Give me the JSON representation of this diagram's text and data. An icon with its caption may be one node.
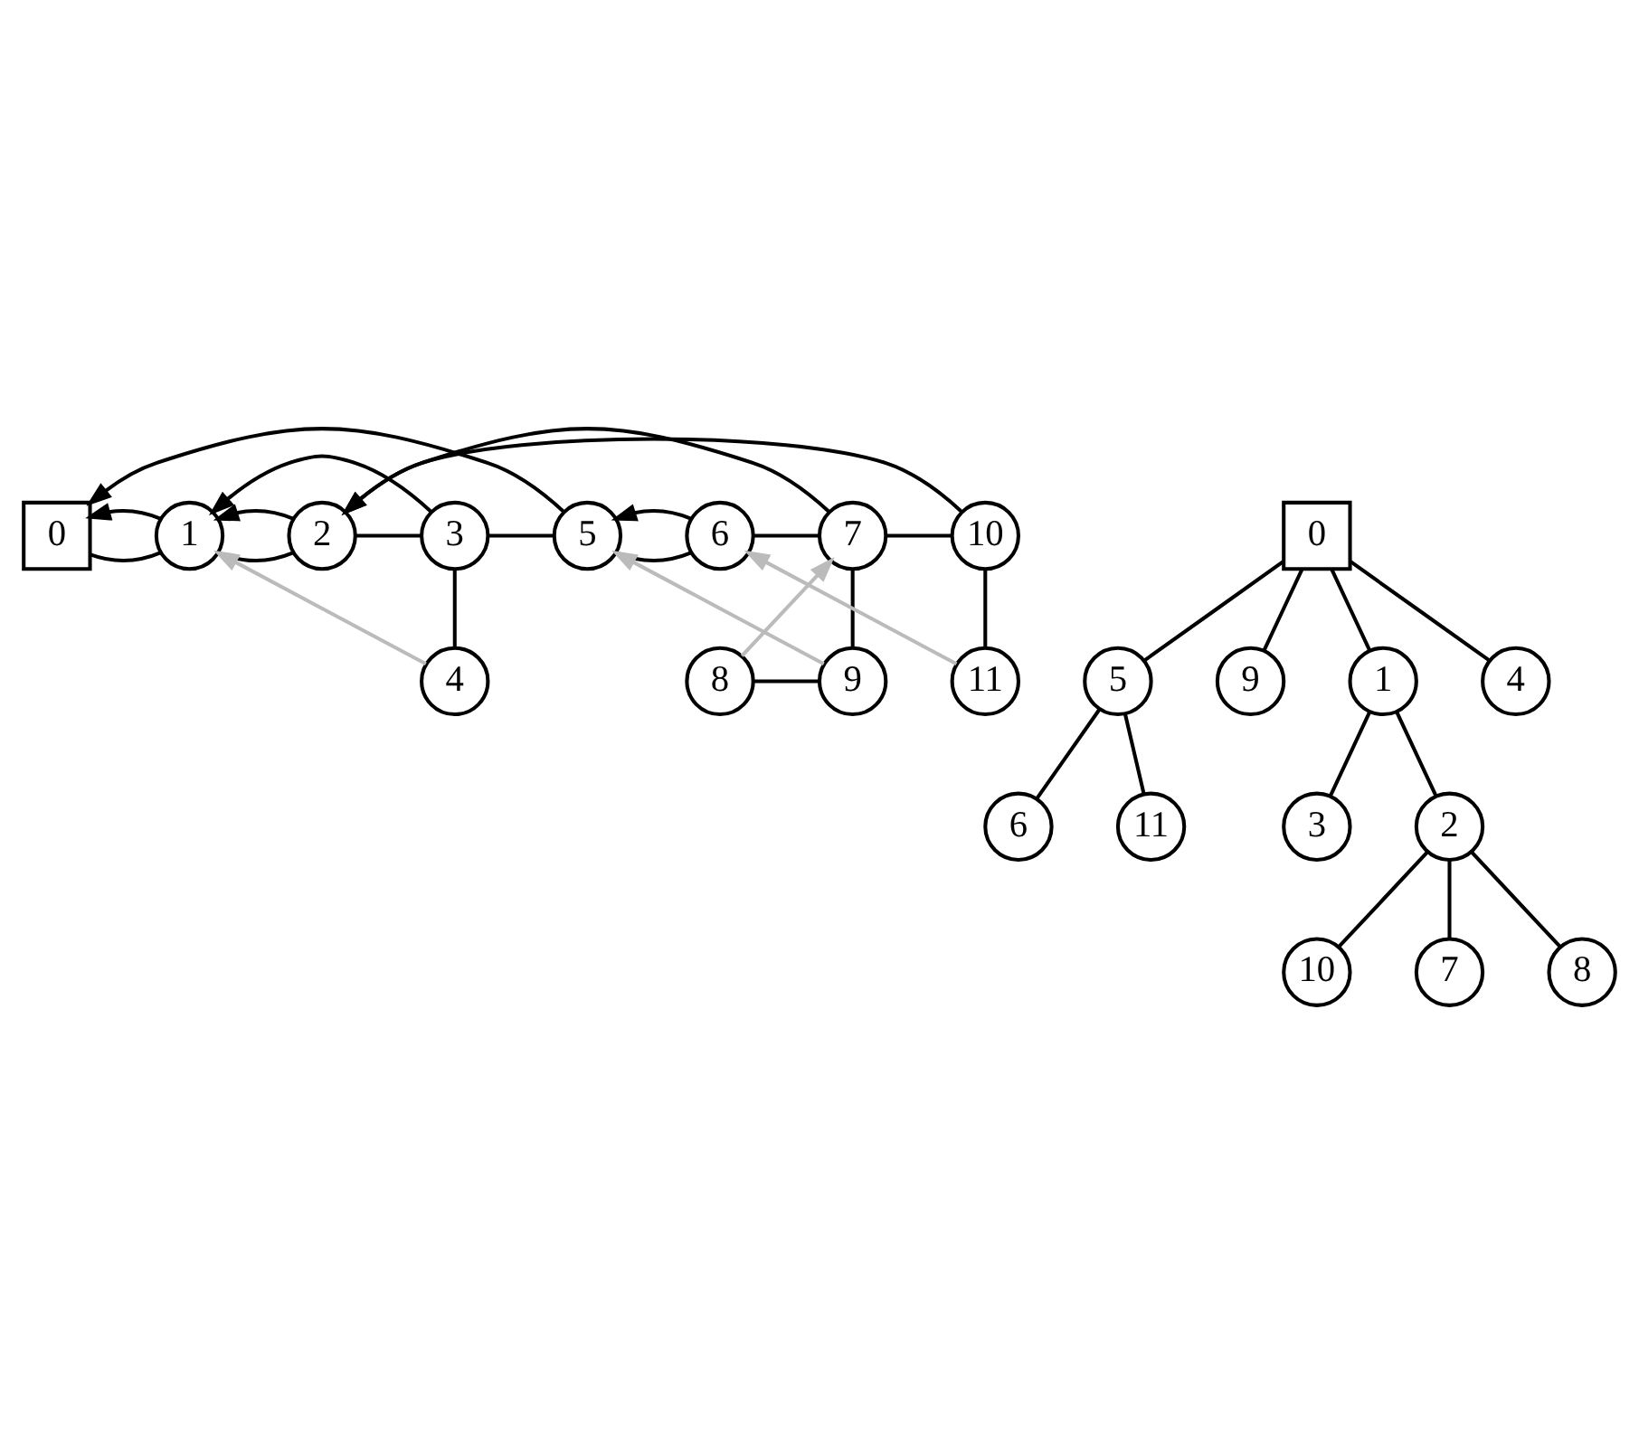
{
  "diagram": {
    "nodes": [
      {
        "text": [
          "0"
        ]
      },
      {
        "text": [
          "1"
        ]
      },
      {
        "text": [
          "2"
        ]
      },
      {
        "text": [
          "3"
        ]
      },
      {
        "text": [
          "5"
        ]
      },
      {
        "text": [
          "6"
        ]
      },
      {
        "text": [
          "7"
        ]
      },
      {
        "text": [
          "10"
        ]
      },
      {
        "text": [
          "4"
        ]
      },
      {
        "text": [
          "8"
        ]
      },
      {
        "text": [
          "9"
        ]
      },
      {
        "text": [
          "11"
        ]
      },
      {
        "text": [
          "0"
        ]
      },
      {
        "text": [
          "5"
        ]
      },
      {
        "text": [
          "9"
        ]
      },
      {
        "text": [
          "1"
        ]
      },
      {
        "text": [
          "4"
        ]
      },
      {
        "text": [
          "6"
        ]
      },
      {
        "text": [
          "11"
        ]
      },
      {
        "text": [
          "3"
        ]
      },
      {
        "text": [
          "2"
        ]
      },
      {
        "text": [
          "10"
        ]
      },
      {
        "text": [
          "7"
        ]
      },
      {
        "text": [
          "8"
        ]
      }
    ],
    "edges": [
      {
        "from": 0,
        "to": 1,
        "arrow": "none"
      },
      {
        "from": 1,
        "to": 2,
        "arrow": "none"
      },
      {
        "from": 2,
        "to": 3,
        "arrow": "none"
      },
      {
        "from": 3,
        "to": 4,
        "arrow": "none"
      },
      {
        "from": 4,
        "to": 5,
        "arrow": "none"
      },
      {
        "from": 5,
        "to": 6,
        "arrow": "none"
      },
      {
        "from": 6,
        "to": 7,
        "arrow": "none"
      },
      {
        "from": 3,
        "to": 8,
        "arrow": "none"
      },
      {
        "from": 6,
        "to": 10,
        "arrow": "none"
      },
      {
        "from": 9,
        "to": 10,
        "arrow": "none"
      },
      {
        "from": 7,
        "to": 11,
        "arrow": "none"
      },
      {
        "from": 1,
        "to": 0,
        "arrow": "to"
      },
      {
        "from": 2,
        "to": 1,
        "arrow": "to"
      },
      {
        "from": 3,
        "to": 1,
        "arrow": "to"
      },
      {
        "from": 8,
        "to": 1,
        "arrow": "to",
        "color": "#bbbbbb"
      },
      {
        "from": 4,
        "to": 0,
        "arrow": "to"
      },
      {
        "from": 5,
        "to": 4,
        "arrow": "to"
      },
      {
        "from": 6,
        "to": 2,
        "arrow": "to"
      },
      {
        "from": 7,
        "to": 2,
        "arrow": "to"
      },
      {
        "from": 9,
        "to": 6,
        "arrow": "to",
        "color": "#bbbbbb"
      },
      {
        "from": 10,
        "to": 4,
        "arrow": "to",
        "color": "#bbbbbb"
      },
      {
        "from": 11,
        "to": 5,
        "arrow": "to",
        "color": "#bbbbbb"
      },
      {
        "from": 12,
        "to": 13,
        "arrow": "none"
      },
      {
        "from": 12,
        "to": 14,
        "arrow": "none"
      },
      {
        "from": 12,
        "to": 15,
        "arrow": "none"
      },
      {
        "from": 12,
        "to": 16,
        "arrow": "none"
      },
      {
        "from": 13,
        "to": 17,
        "arrow": "none"
      },
      {
        "from": 13,
        "to": 18,
        "arrow": "none"
      },
      {
        "from": 15,
        "to": 19,
        "arrow": "none"
      },
      {
        "from": 15,
        "to": 20,
        "arrow": "none"
      },
      {
        "from": 20,
        "to": 21,
        "arrow": "none"
      },
      {
        "from": 20,
        "to": 22,
        "arrow": "none"
      },
      {
        "from": 20,
        "to": 23,
        "arrow": "none"
      }
    ]
  }
}
